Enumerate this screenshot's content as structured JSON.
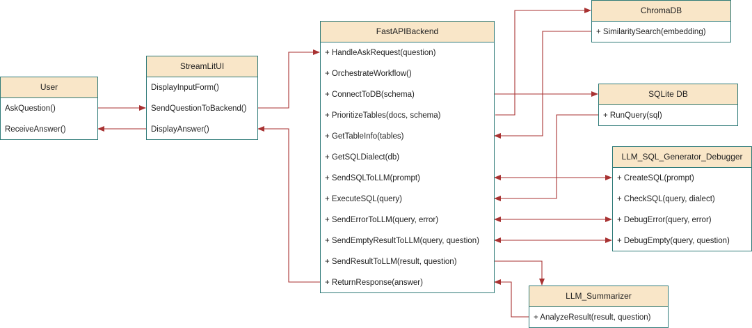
{
  "user": {
    "title": "User",
    "items": [
      "AskQuestion()",
      "ReceiveAnswer()"
    ]
  },
  "streamlit": {
    "title": "StreamLitUI",
    "items": [
      "DisplayInputForm()",
      "SendQuestionToBackend()",
      "DisplayAnswer()"
    ]
  },
  "backend": {
    "title": "FastAPIBackend",
    "items": [
      "+ HandleAskRequest(question)",
      "+ OrchestrateWorkflow()",
      "+ ConnectToDB(schema)",
      "+ PrioritizeTables(docs, schema)",
      "+ GetTableInfo(tables)",
      "+ GetSQLDialect(db)",
      "+ SendSQLToLLM(prompt)",
      "+ ExecuteSQL(query)",
      "+ SendErrorToLLM(query, error)",
      "+ SendEmptyResultToLLM(query, question)",
      "+ SendResultToLLM(result, question)",
      "+ ReturnResponse(answer)"
    ]
  },
  "chromadb": {
    "title": "ChromaDB",
    "items": [
      "+ SimilaritySearch(embedding)"
    ]
  },
  "sqlite": {
    "title": "SQLite DB",
    "items": [
      "+ RunQuery(sql)"
    ]
  },
  "llm_sql": {
    "title": "LLM_SQL_Generator_Debugger",
    "items": [
      "+ CreateSQL(prompt)",
      "+ CheckSQL(query, dialect)",
      "+ DebugError(query, error)",
      "+ DebugEmpty(query, question)"
    ]
  },
  "summarizer": {
    "title": "LLM_Summarizer",
    "items": [
      "+ AnalyzeResult(result, question)"
    ]
  },
  "colors": {
    "edge": "#a83232",
    "border": "#2e7a78",
    "header": "#f9e6c8"
  }
}
